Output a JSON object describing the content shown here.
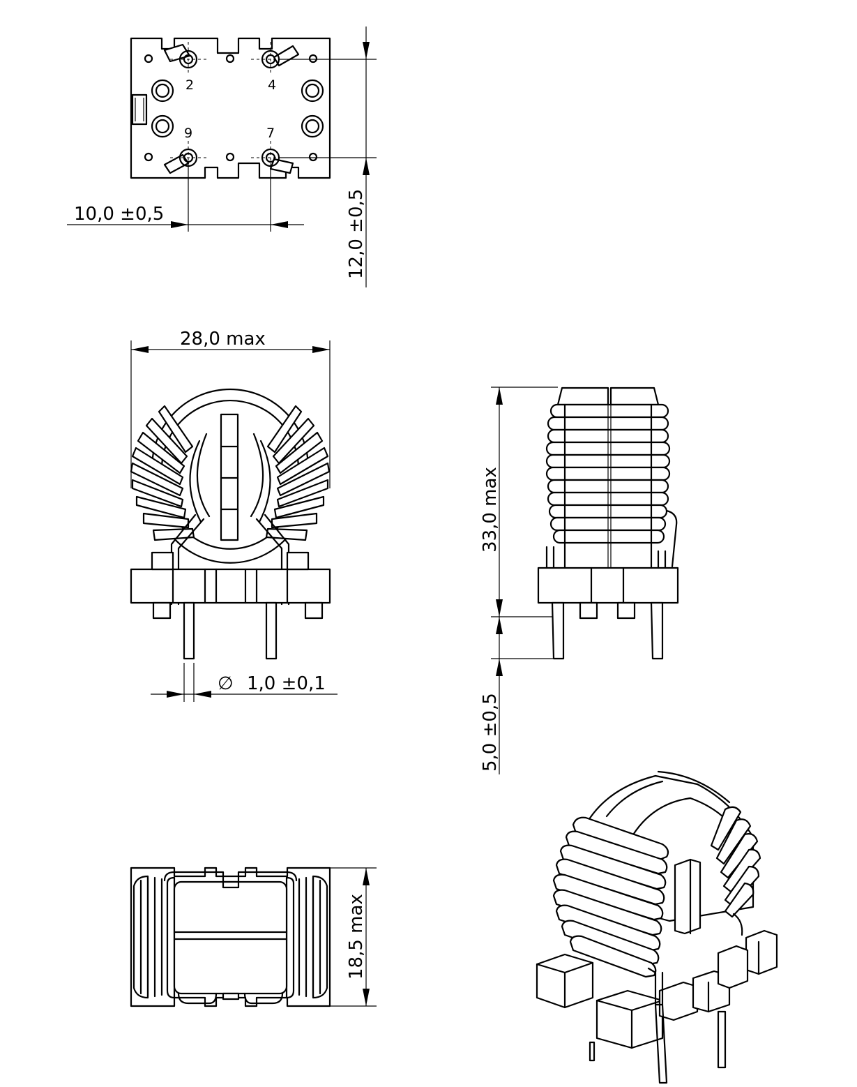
{
  "dimensions": {
    "pin_pitch_x": "10,0 ±0,5",
    "pin_pitch_y": "12,0 ±0,5",
    "width": "28,0  max",
    "height": "33,0  max",
    "pin_diameter_symbol": "∅",
    "pin_diameter": "1,0 ±0,1",
    "pin_length": "5,0 ±0,5",
    "depth": "18,5  max"
  },
  "pins": {
    "p2": "2",
    "p4": "4",
    "p9": "9",
    "p7": "7"
  }
}
